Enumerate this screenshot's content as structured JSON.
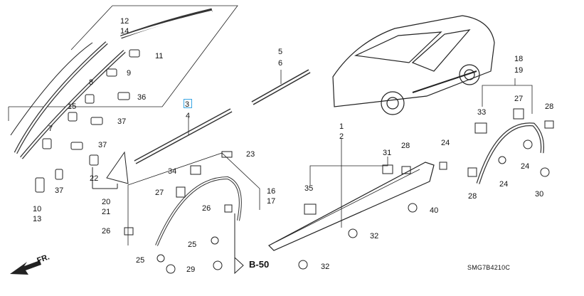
{
  "diagram": {
    "highlight_color": "#39a6e3",
    "line_color": "#222222",
    "part_numbers": [
      "12",
      "14",
      "11",
      "9",
      "8",
      "36",
      "15",
      "7",
      "37",
      "37",
      "22",
      "20",
      "21",
      "10",
      "13",
      "37",
      "3",
      "4",
      "5",
      "6",
      "23",
      "34",
      "27",
      "26",
      "16",
      "17",
      "26",
      "25",
      "25",
      "29",
      "1",
      "2",
      "31",
      "28",
      "24",
      "35",
      "40",
      "32",
      "32",
      "33",
      "27",
      "28",
      "18",
      "19",
      "24",
      "24",
      "28",
      "30"
    ],
    "reference_label": "B-50",
    "front_label": "FR.",
    "diagram_code": "SMG7B4210C"
  }
}
